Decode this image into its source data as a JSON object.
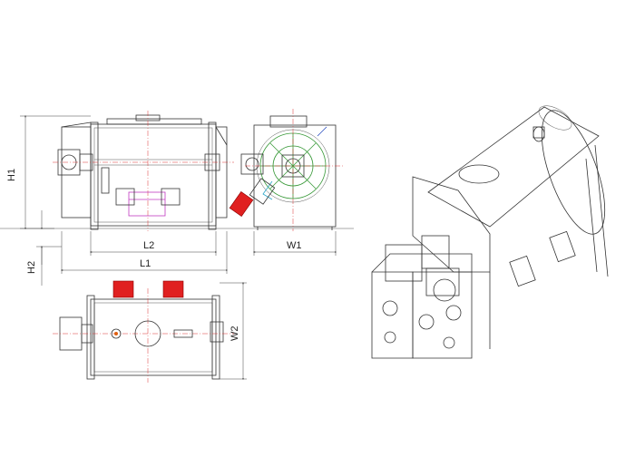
{
  "labels": {
    "h1": "H1",
    "h2": "H2",
    "l1": "L1",
    "l2": "L2",
    "w1": "W1",
    "w2": "W2"
  },
  "colors": {
    "outline": "#333333",
    "motor": "#e02020",
    "centerline": "#dd3333",
    "agitator": "#3a9a3a",
    "discharge": "#c03ac0"
  }
}
